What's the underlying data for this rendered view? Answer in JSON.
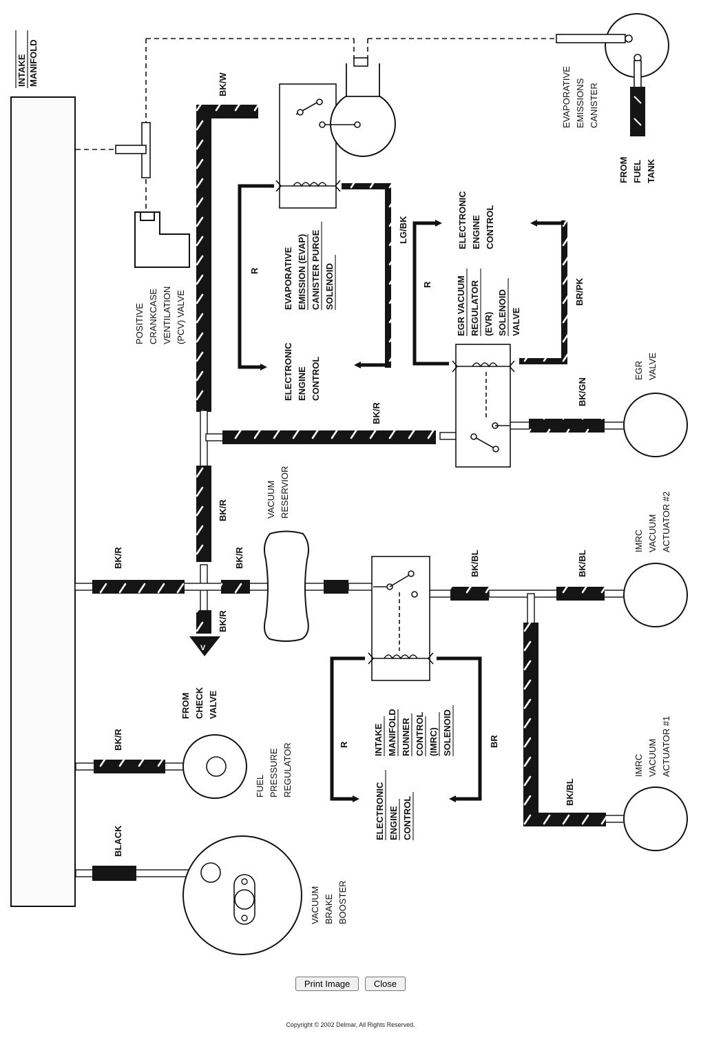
{
  "labels": {
    "intake_manifold": [
      "INTAKE",
      "MANIFOLD"
    ],
    "evap_canister": [
      "EVAPORATIVE",
      "EMISSIONS",
      "CANISTER"
    ],
    "from_fuel_tank": [
      "FROM",
      "FUEL",
      "TANK"
    ],
    "pcv_valve": [
      "POSITIVE",
      "CRANKCASE",
      "VENTILATION",
      "(PCV) VALVE"
    ],
    "evap_solenoid": [
      "EVAPORATIVE",
      "EMISSION (EVAP)",
      "CANISTER PURGE",
      "SOLENOID"
    ],
    "eec": [
      "ELECTRONIC",
      "ENGINE",
      "CONTROL"
    ],
    "evr_solenoid": [
      "EGR VACUUM",
      "REGULATOR",
      "(EVR)",
      "SOLENOID",
      "VALVE"
    ],
    "egr_valve": [
      "EGR",
      "VALVE"
    ],
    "vacuum_reservoir": [
      "VACUUM",
      "RESERVIOR"
    ],
    "imrc_actuator_2": [
      "IMRC",
      "VACUUM",
      "ACTUATOR #2"
    ],
    "imrc_actuator_1": [
      "IMRC",
      "VACUUM",
      "ACTUATOR #1"
    ],
    "imrc_solenoid": [
      "INTAKE",
      "MANIFOLD",
      "RUNNER",
      "CONTROL",
      "(IMRC)",
      "SOLENOID"
    ],
    "from_check_valve": [
      "FROM",
      "CHECK",
      "VALVE"
    ],
    "fuel_pressure_regulator": [
      "FUEL",
      "PRESSURE",
      "REGULATOR"
    ],
    "vacuum_brake_booster": [
      "VACUUM",
      "BRAKE",
      "BOOSTER"
    ],
    "check_valve_symbol": "V"
  },
  "hose_colors": {
    "bk_w": "BK/W",
    "r": "R",
    "lg_bk": "LG/BK",
    "br_pk": "BR/PK",
    "bk_gn": "BK/GN",
    "bk_r": "BK/R",
    "bk_bl": "BK/BL",
    "br": "BR",
    "black": "BLACK"
  },
  "buttons": {
    "print_label": "Print Image",
    "close_label": "Close"
  },
  "footer": {
    "copyright": "Copyright © 2002 Delmar, All Rights Reserved."
  },
  "colors": {
    "hose": "#151515",
    "line": "#111111",
    "manifold_fill": "#fbfbfb"
  }
}
